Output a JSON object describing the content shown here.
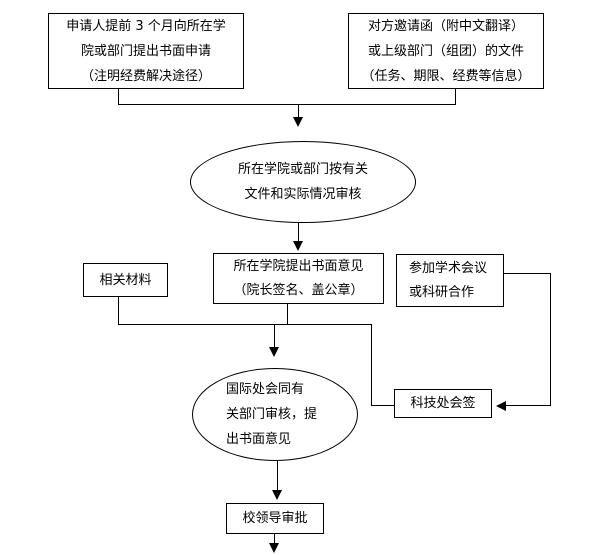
{
  "diagram": {
    "background_color": "#ffffff",
    "line_color": "#000000",
    "text_color": "#000000",
    "nodes": {
      "apply": {
        "shape": "rect",
        "lines": [
          "申请人提前 3 个月向所在学",
          "院或部门提出书面申请",
          "（注明经费解决途径）"
        ]
      },
      "invite": {
        "shape": "rect",
        "lines": [
          "对方邀请函（附中文翻译）",
          "或上级部门（组团）的文件",
          "（任务、期限、经费等信息）"
        ]
      },
      "college_review": {
        "shape": "ellipse",
        "lines": [
          "所在学院或部门按有关",
          "文件和实际情况审核"
        ]
      },
      "materials": {
        "shape": "rect",
        "lines": [
          "相关材料"
        ]
      },
      "college_opinion": {
        "shape": "rect",
        "lines": [
          "所在学院提出书面意见",
          "（院长签名、盖公章）"
        ]
      },
      "purpose": {
        "shape": "rect",
        "lines": [
          "参加学术会议",
          "或科研合作"
        ]
      },
      "intl_review": {
        "shape": "ellipse",
        "lines": [
          "国际处会同有",
          "关部门审核，提",
          "出书面意见"
        ]
      },
      "scitech": {
        "shape": "rect",
        "lines": [
          "科技处会签"
        ]
      },
      "leader": {
        "shape": "rect",
        "lines": [
          "校领导审批"
        ]
      }
    }
  }
}
